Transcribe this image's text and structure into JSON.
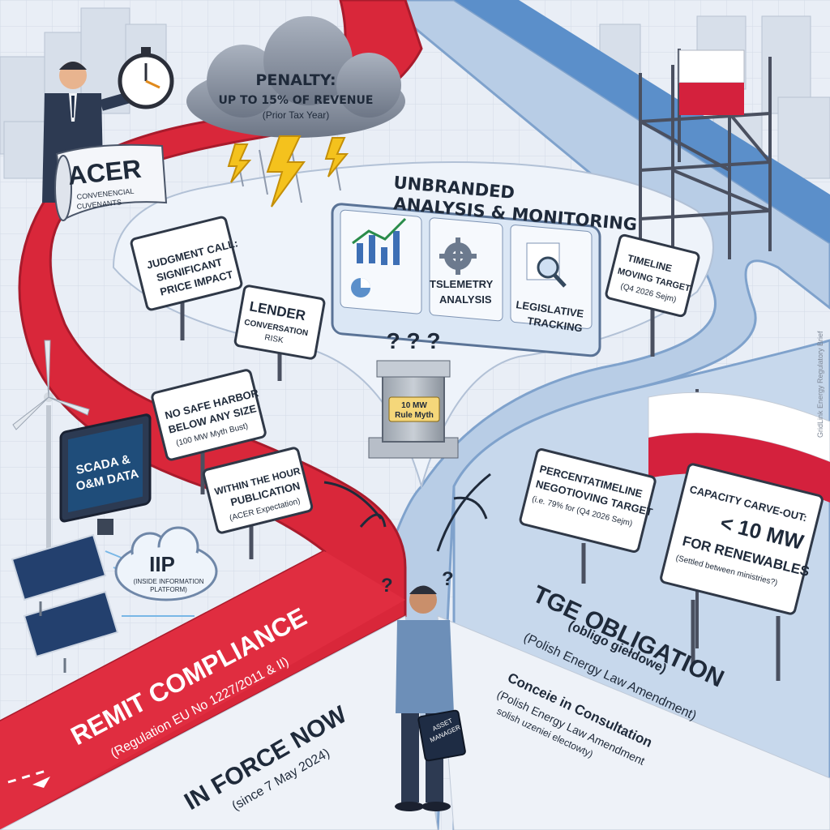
{
  "penalty": {
    "title": "PENALTY:",
    "line": "UP TO 15% OF REVENUE",
    "sub": "(Prior Tax Year)"
  },
  "acer": {
    "title": "ACER",
    "sub1": "CONVENENCIAL",
    "sub2": "CUVENANTS"
  },
  "monitoring": {
    "title1": "UNBRANDED",
    "title2": "ANALYSIS & MONITORING",
    "telemetry1": "TSLEMETRY",
    "telemetry2": "ANALYSIS",
    "legislative1": "LEGISLATIVE",
    "legislative2": "TRACKING"
  },
  "signs": {
    "judgment": [
      "JUDGMENT CALL:",
      "SIGNIFICANT",
      "PRICE IMPACT"
    ],
    "lender": [
      "LENDER",
      "CONVERSATION",
      "RISK"
    ],
    "safe_harbor": [
      "NO SAFE HARBOR",
      "BELOW ANY SIZE",
      "(100 MW Myth Bust)"
    ],
    "within_hour": [
      "WITHIN THE HOUR",
      "PUBLICATION",
      "(ACER Expectation)"
    ],
    "timeline": [
      "TIMELINE",
      "MOVING TARGET",
      "(Q4 2026 Sejm)"
    ],
    "percent": [
      "PERCENTATIMELINE",
      "NEGOTIOVING TARGET",
      "(i.e. 79% for (Q4 2026 Sejm)"
    ],
    "capacity": [
      "CAPACITY CARVE-OUT:",
      "< 10 MW",
      "FOR RENEWABLES",
      "(Settled between ministries?)"
    ]
  },
  "myth": {
    "line1": "10 MW",
    "line2": "Rule Myth",
    "marks": "? ? ?"
  },
  "scada": {
    "line1": "SCADA &",
    "line2": "O&M DATA"
  },
  "iip": {
    "title": "IIP",
    "sub1": "(INSIDE INFORMATION",
    "sub2": "PLATFORM)"
  },
  "remit": {
    "title": "REMIT COMPLIANCE",
    "sub": "(Regulation EU No 1227/2011 & II)"
  },
  "inforce": {
    "title": "IN FORCE NOW",
    "sub": "(since 7 May 2024)"
  },
  "tge": {
    "title": "TGE OBLIGATION",
    "sub1": "(obligo giełdowe)",
    "sub2": "(Polish Energy Law Amendment)"
  },
  "consult": {
    "title": "Conceie in Consultation",
    "sub1": "(Polish Energy Law Amendment",
    "sub2": "solish uzeniei electowty)"
  },
  "manager": {
    "case": "ASSET",
    "case2": "MANAGER",
    "marks": "?"
  },
  "watermark": "GridLink Energy Regulatory Brief",
  "colors": {
    "remit_red": "#d9273a",
    "tge_blue": "#5b8fca",
    "background": "#e9eef6",
    "cloud": "#8a93a3",
    "bolt": "#f4c21d",
    "flag_red": "#d4213d"
  },
  "icons": [
    "stopwatch-icon",
    "lightning-icon",
    "gear-icon",
    "magnifier-icon",
    "chart-icon",
    "wind-turbine-icon",
    "solar-panel-icon",
    "cloud-icon",
    "flag-icon",
    "briefcase-icon"
  ]
}
